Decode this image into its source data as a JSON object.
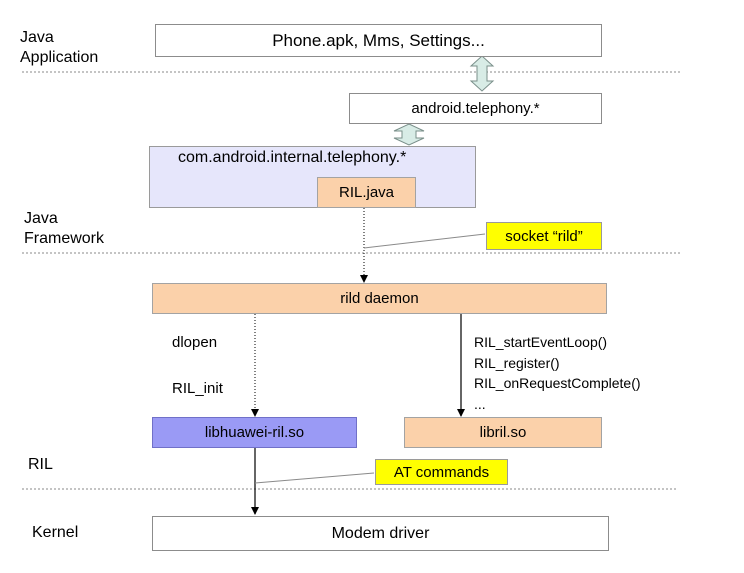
{
  "layers": {
    "java_application": "Java\nApplication",
    "java_framework": "Java\nFramework",
    "ril": "RIL",
    "kernel": "Kernel"
  },
  "boxes": {
    "phone_apk": "Phone.apk, Mms, Settings...",
    "android_telephony": "android.telephony.*",
    "internal_telephony": "com.android.internal.telephony.*",
    "ril_java": "RIL.java",
    "rild_daemon": "rild daemon",
    "libhuawei_ril": "libhuawei-ril.so",
    "libril": "libril.so",
    "modem_driver": "Modem driver"
  },
  "callouts": {
    "socket_rild": "socket “rild”",
    "at_commands": "AT commands"
  },
  "labels": {
    "dlopen": "dlopen",
    "ril_init": "RIL_init"
  },
  "libril_calls": [
    "RIL_startEventLoop()",
    "RIL_register()",
    "RIL_onRequestComplete()",
    "..."
  ],
  "colors": {
    "orange_box": "#fbd1aa",
    "blue_box": "#9a9af5",
    "lavender_box": "#e6e6fb",
    "callout": "#ffff00",
    "double_arrow": "#d8ece6"
  }
}
